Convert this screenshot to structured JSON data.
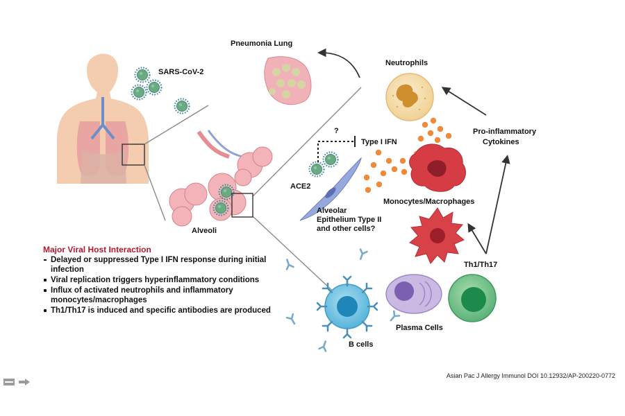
{
  "labels": {
    "virus": "SARS-CoV-2",
    "pneumonia": "Pneumonia Lung",
    "alveoli": "Alveoli",
    "neutrophils": "Neutrophils",
    "cytokines_line1": "Pro-inflammatory",
    "cytokines_line2": "Cytokines",
    "question": "?",
    "ifn": "Type I IFN",
    "ace2": "ACE2",
    "epithelium": "Alveolar Epithelium Type II and other cells?",
    "monocytes": "Monocytes/Macrophages",
    "th": "Th1/Th17",
    "plasma": "Plasma Cells",
    "bcells": "B cells"
  },
  "interaction_box": {
    "title": "Major Viral Host Interaction",
    "items": [
      "Delayed or suppressed Type I IFN response during initial infection",
      "Viral replication triggers hyperinflammatory conditions",
      "Influx of activated neutrophils and inflammatory monocytes/macrophages",
      "Th1/Th17 is induced and specific antibodies are produced"
    ]
  },
  "citation": "Asian Pac J Allergy Immunol DOI 10.12932/AP-200220-0772",
  "nav_icons": [
    "slide-icon",
    "forward-arrow-icon"
  ],
  "colors": {
    "title_red": "#b2182b",
    "virus_green": "#6aaa85",
    "virus_spike": "#3a8aa0",
    "neutrophil_fill": "#f3ddb0",
    "neutrophil_nucleus": "#d59a35",
    "macrophage_red": "#d63c43",
    "cytokine_orange": "#ee8a3c",
    "bcell_blue": "#6cc3e3",
    "plasma_purple": "#9b86c8",
    "th_green": "#5bb27a",
    "lung_pink": "#e7a8a8",
    "epithelium_blue": "#8fa2d6"
  }
}
